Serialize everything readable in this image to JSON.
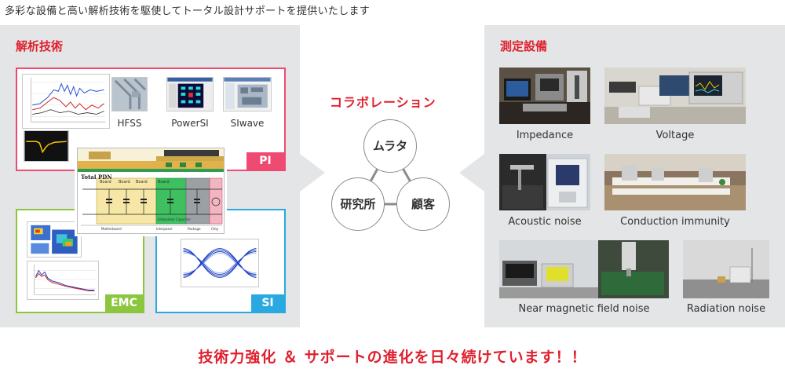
{
  "intro": "多彩な設備と高い解析技術を駆使してトータル設計サポートを提供いたします",
  "analysis": {
    "title": "解析技術",
    "software": [
      "HFSS",
      "PowerSI",
      "SIwave"
    ],
    "pi_tag": "PI",
    "emc_tag": "EMC",
    "si_tag": "SI",
    "pdn": {
      "title": "Total PDN",
      "labels": [
        "Board",
        "Board",
        "Board",
        "Board",
        "Embedded Capacitor",
        "Package",
        "Chip",
        "Motherboard",
        "Interposer"
      ]
    }
  },
  "collaboration": {
    "title": "コラボレーション",
    "nodes": [
      "ムラタ",
      "研究所",
      "顧客"
    ]
  },
  "measurement": {
    "title": "測定設備",
    "items": [
      "Impedance",
      "Voltage",
      "Acoustic noise",
      "Conduction immunity",
      "Near magnetic field noise",
      "Radiation noise"
    ]
  },
  "slogan": "技術力強化 ＆ サポートの進化を日々続けています！！",
  "colors": {
    "accent_red": "#e0202e",
    "pi": "#ef4a72",
    "emc": "#8cc63f",
    "si": "#29a9e0",
    "panel": "#e3e5e6"
  }
}
